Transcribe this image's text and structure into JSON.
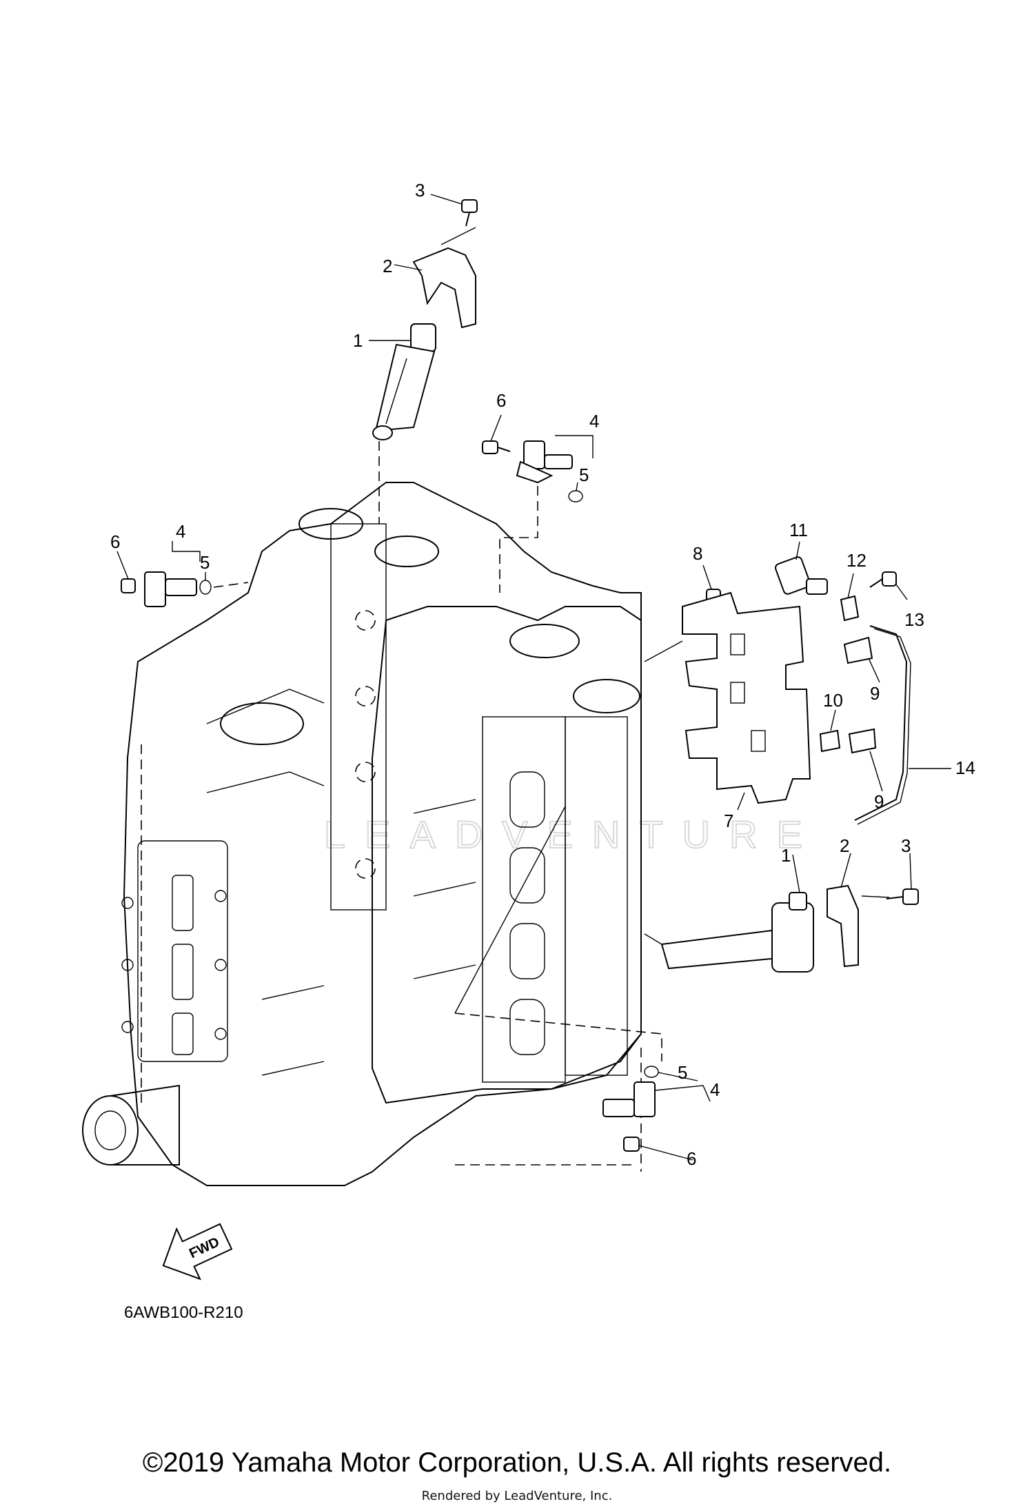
{
  "diagram": {
    "watermark": "LEADVENTURE",
    "fwd_label": "FWD",
    "diagram_code": "6AWB100-R210",
    "callouts": {
      "top_bolt_3": "3",
      "top_bracket_2": "2",
      "top_coil_1": "1",
      "mid_bolt_6": "6",
      "mid_sensor_4": "4",
      "mid_oring_5": "5",
      "left_bolt_6": "6",
      "left_sensor_4": "4",
      "left_oring_5": "5",
      "bolt_8": "8",
      "sensor_11": "11",
      "clamp_12": "12",
      "bolt_13": "13",
      "clip_9a": "9",
      "clip_10": "10",
      "hose_14": "14",
      "clip_9b": "9",
      "plate_7": "7",
      "right_coil_1": "1",
      "right_bracket_2": "2",
      "right_bolt_3": "3",
      "bottom_oring_5": "5",
      "bottom_sensor_4": "4",
      "bottom_bolt_6": "6"
    }
  },
  "footer": {
    "copyright": "©2019 Yamaha Motor Corporation, U.S.A. All rights reserved.",
    "rendered_by": "Rendered by LeadVenture, Inc."
  }
}
